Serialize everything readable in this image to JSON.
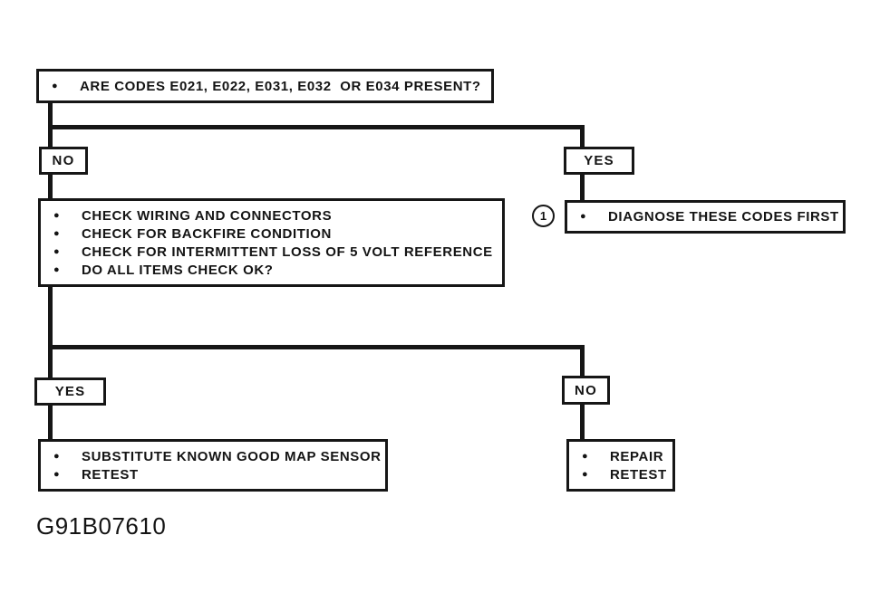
{
  "icons": {
    "bullet": "●"
  },
  "colors": {
    "ink": "#161616",
    "background": "#ffffff"
  },
  "figure": {
    "code": "G91B07610"
  },
  "flowchart": {
    "question": {
      "text": "ARE CODES E021, E022, E031, E032  OR E034 PRESENT?"
    },
    "branch_top": {
      "no": "NO",
      "yes": "YES"
    },
    "diagnose": {
      "marker": "1",
      "text": "DIAGNOSE THESE CODES FIRST"
    },
    "checks": {
      "items": [
        "CHECK WIRING AND CONNECTORS",
        "CHECK FOR BACKFIRE CONDITION",
        "CHECK FOR INTERMITTENT LOSS OF 5 VOLT REFERENCE",
        "DO ALL ITEMS CHECK OK?"
      ]
    },
    "branch_bottom": {
      "yes": "YES",
      "no": "NO"
    },
    "substitute": {
      "items": [
        "SUBSTITUTE KNOWN GOOD MAP SENSOR",
        "RETEST"
      ]
    },
    "repair": {
      "items": [
        "REPAIR",
        "RETEST"
      ]
    }
  }
}
